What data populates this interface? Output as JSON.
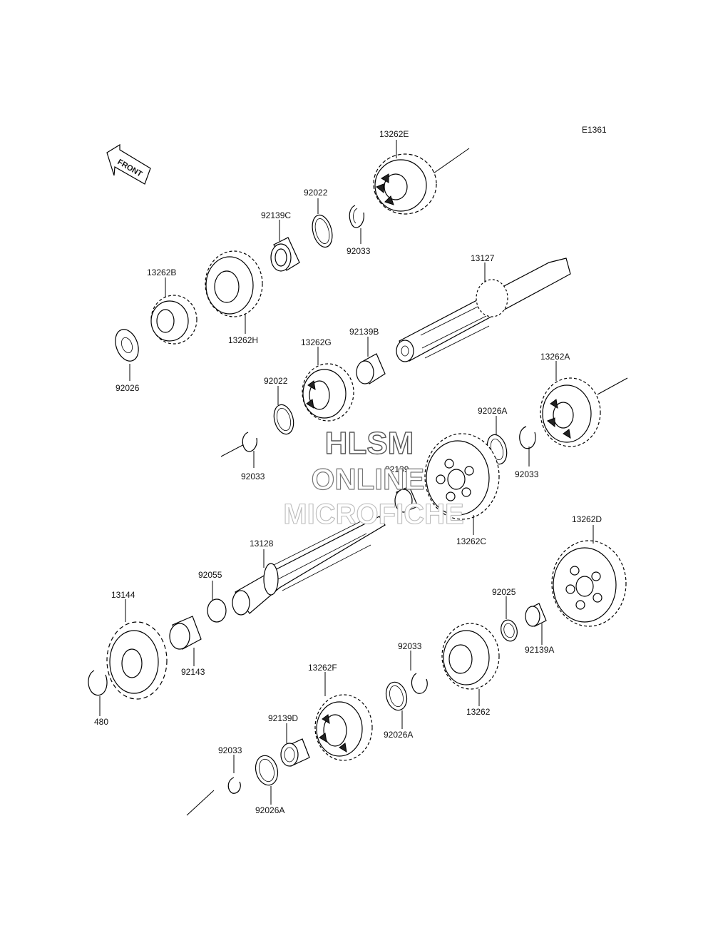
{
  "diagram": {
    "code": "E1361",
    "front_label": "FRONT",
    "watermark": {
      "line1": "HLSM",
      "line2": "ONLINE",
      "line3": "MICROFICHE"
    },
    "parts": {
      "p13262E": "13262E",
      "p92022a": "92022",
      "p92139C": "92139C",
      "p92033a": "92033",
      "p13262B": "13262B",
      "p13262H": "13262H",
      "p92026": "92026",
      "p13127": "13127",
      "p92139B": "92139B",
      "p13262G": "13262G",
      "p92022b": "92022",
      "p92033b": "92033",
      "p13262A": "13262A",
      "p92026A_a": "92026A",
      "p92033c": "92033",
      "p92139": "92139",
      "p13262C": "13262C",
      "p13128": "13128",
      "p92055": "92055",
      "p13144": "13144",
      "p92143": "92143",
      "p480": "480",
      "p13262D": "13262D",
      "p92025": "92025",
      "p92139A": "92139A",
      "p92033d": "92033",
      "p13262": "13262",
      "p92026A_b": "92026A",
      "p13262F": "13262F",
      "p92139D": "92139D",
      "p92033e": "92033",
      "p92026A_c": "92026A"
    }
  }
}
